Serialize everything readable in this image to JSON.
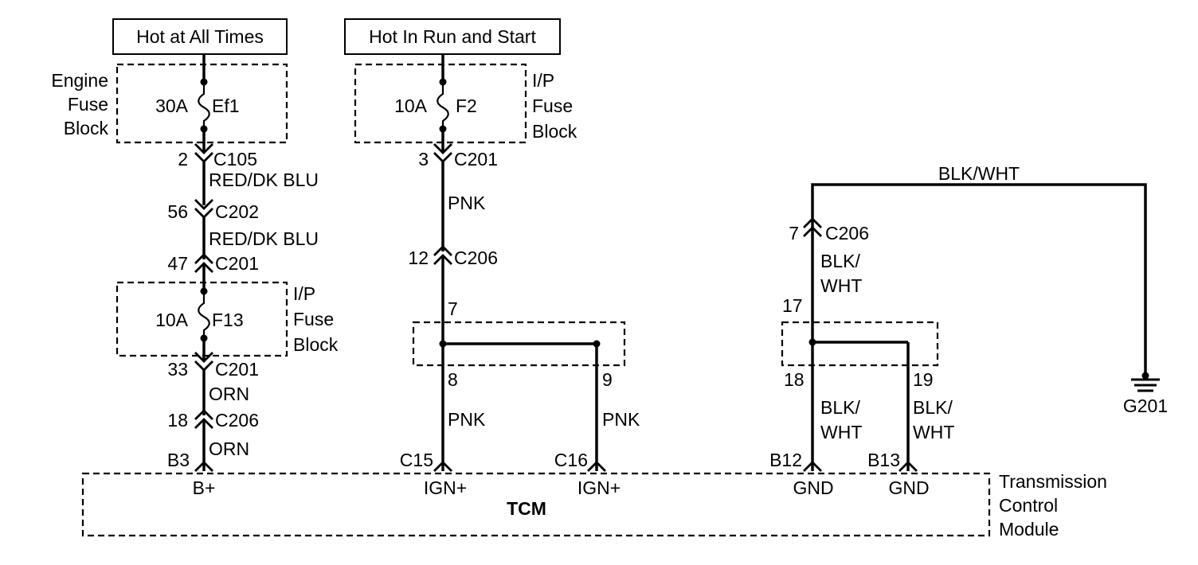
{
  "power_sources": {
    "hot_at_all_times": "Hot at All Times",
    "hot_in_run_start": "Hot In Run and Start"
  },
  "engine_fuse_block": {
    "label_line1": "Engine",
    "label_line2": "Fuse",
    "label_line3": "Block",
    "fuse_rating": "30A",
    "fuse_name": "Ef1"
  },
  "ip_fuse_block_f2": {
    "label_line1": "I/P",
    "label_line2": "Fuse",
    "label_line3": "Block",
    "fuse_rating": "10A",
    "fuse_name": "F2"
  },
  "ip_fuse_block_f13": {
    "label_line1": "I/P",
    "label_line2": "Fuse",
    "label_line3": "Block",
    "fuse_rating": "10A",
    "fuse_name": "F13"
  },
  "left_circuit": {
    "c105_pin": "2",
    "c105_name": "C105",
    "wire1": "RED/DK BLU",
    "c202_pin": "56",
    "c202_name": "C202",
    "wire2": "RED/DK BLU",
    "c201a_pin": "47",
    "c201a_name": "C201",
    "c201b_pin": "33",
    "c201b_name": "C201",
    "wire3": "ORN",
    "c206_pin": "18",
    "c206_name": "C206",
    "wire4": "ORN",
    "tcm_pin": "B3",
    "tcm_terminal": "B+"
  },
  "middle_circuit": {
    "c201_pin": "3",
    "c201_name": "C201",
    "wire1": "PNK",
    "c206_pin": "12",
    "c206_name": "C206",
    "splice_in": "7",
    "splice_out_a": "8",
    "splice_out_b": "9",
    "wire_a": "PNK",
    "wire_b": "PNK",
    "tcm_pin_a": "C15",
    "tcm_terminal_a": "IGN+",
    "tcm_pin_b": "C16",
    "tcm_terminal_b": "IGN+"
  },
  "ground_circuit": {
    "top_wire": "BLK/WHT",
    "c206_pin": "7",
    "c206_name": "C206",
    "wire1_line1": "BLK/",
    "wire1_line2": "WHT",
    "splice_in": "17",
    "splice_out_a": "18",
    "splice_out_b": "19",
    "wire_a_line1": "BLK/",
    "wire_a_line2": "WHT",
    "wire_b_line1": "BLK/",
    "wire_b_line2": "WHT",
    "tcm_pin_a": "B12",
    "tcm_terminal_a": "GND",
    "tcm_pin_b": "B13",
    "tcm_terminal_b": "GND",
    "ground_name": "G201"
  },
  "tcm": {
    "abbrev": "TCM",
    "label_line1": "Transmission",
    "label_line2": "Control",
    "label_line3": "Module"
  }
}
